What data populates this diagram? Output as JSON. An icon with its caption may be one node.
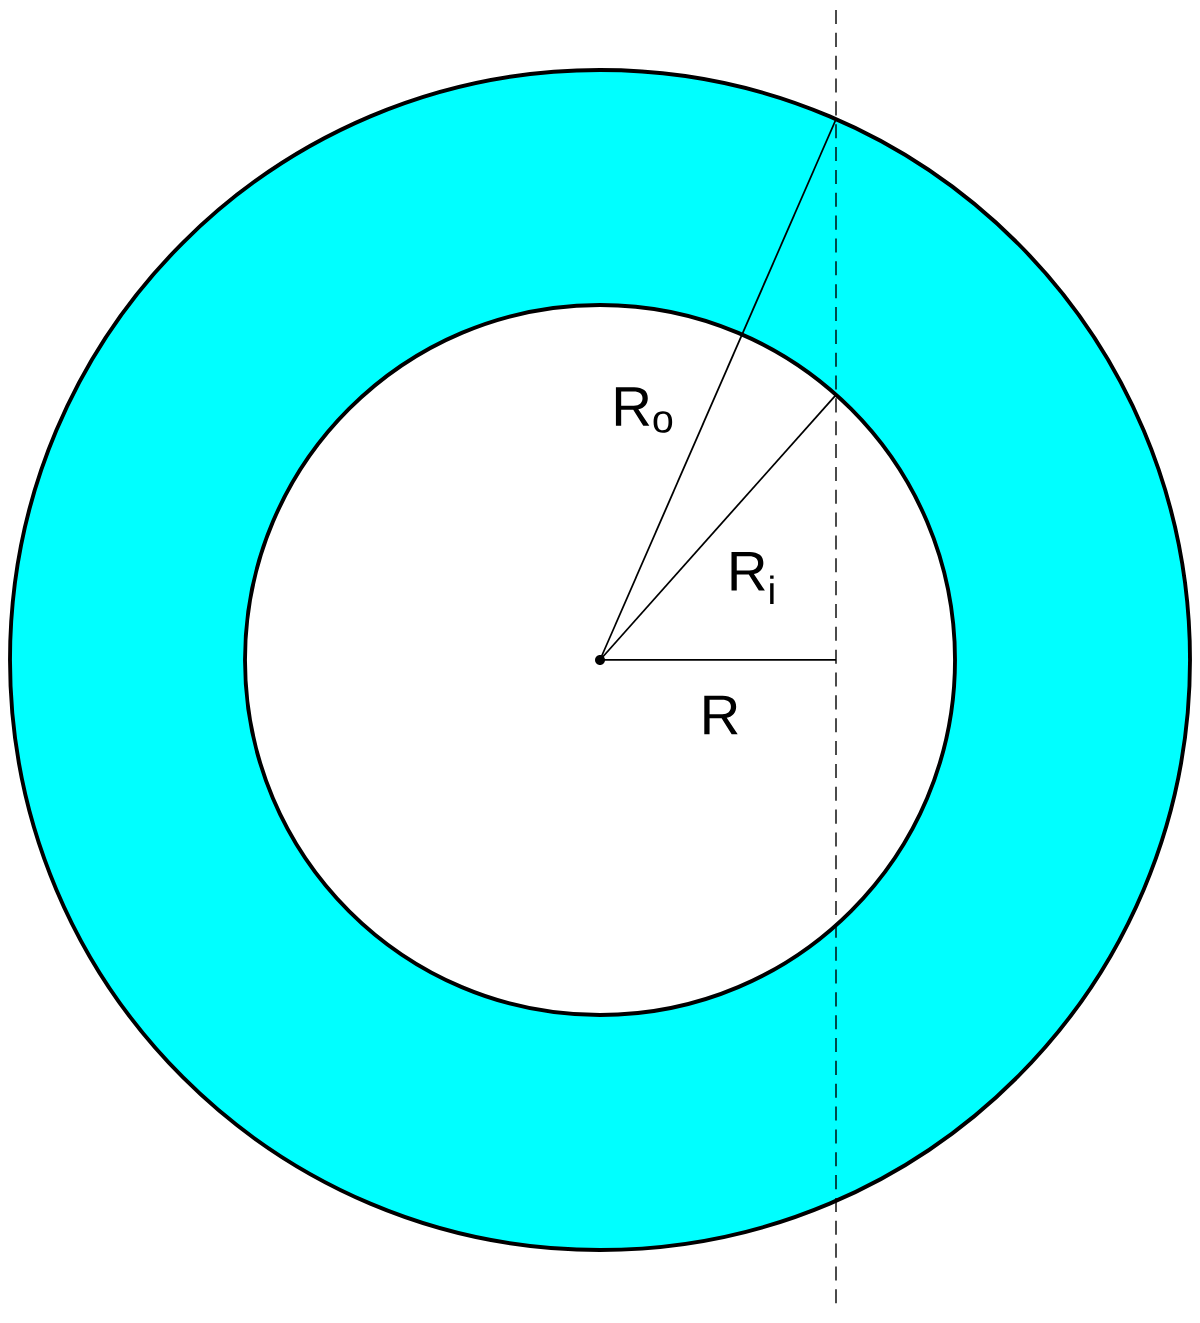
{
  "diagram": {
    "labels": [
      "R$_{o}$",
      "R$_{i}$",
      "R"
    ]
  }
}
